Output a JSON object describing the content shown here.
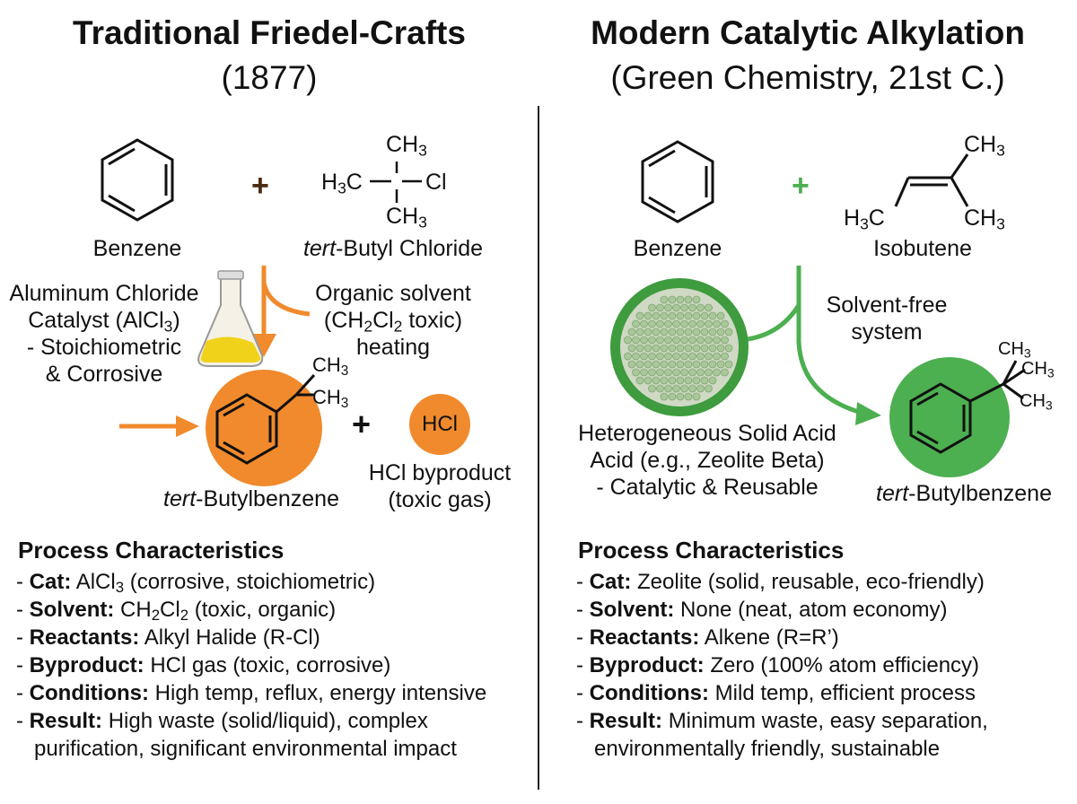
{
  "left": {
    "title": "Traditional Friedel-Crafts",
    "subtitle": "(1877)",
    "reactant1": "Benzene",
    "reactant2_prefix": "tert",
    "reactant2_suffix": "-Butyl Chloride",
    "plus": "+",
    "catalyst": [
      "Aluminum Chloride",
      "Catalyst (AlCl",
      ")",
      "- Stoichiometric",
      "& Corrosive"
    ],
    "solvent": [
      "Organic solvent",
      "(CH",
      "Cl",
      " toxic)",
      "heating"
    ],
    "product_prefix": "tert",
    "product_suffix": "-Butylbenzene",
    "byproduct_circle": "HCl",
    "byproduct": [
      "HCl byproduct",
      "(toxic gas)"
    ],
    "formula": {
      "top": "CH3",
      "left": "H3C",
      "right": "Cl",
      "bottom": "CH3"
    },
    "product_groups": {
      "top": "CH3",
      "bottom": "CH3"
    },
    "section_title": "Process Characteristics",
    "rows": [
      {
        "label": "Cat:",
        "text": "AlCl",
        "sub": "3",
        "rest": " (corrosive, stoichiometric)"
      },
      {
        "label": "Solvent:",
        "text": "CH",
        "sub": "2",
        "text2": "Cl",
        "sub2": "2",
        "rest": " (toxic, organic)"
      },
      {
        "label": "Reactants:",
        "text": "Alkyl Halide (R-Cl)"
      },
      {
        "label": "Byproduct:",
        "text": "HCl gas (toxic, corrosive)"
      },
      {
        "label": "Conditions:",
        "text": "High temp, reflux, energy intensive"
      },
      {
        "label": "Result:",
        "text": "High waste (solid/liquid), complex"
      }
    ],
    "result_cont": "purification, significant environmental impact"
  },
  "right": {
    "title": "Modern Catalytic Alkylation",
    "subtitle": "(Green Chemistry, 21st C.)",
    "reactant1": "Benzene",
    "reactant2": "Isobutene",
    "plus": "+",
    "formula": {
      "top": "CH3",
      "left": "H3C",
      "right": "CH3"
    },
    "solvent": [
      "Solvent-free",
      "system"
    ],
    "catalyst": [
      "Heterogeneous Solid Acid",
      "Acid (e.g., Zeolite Beta)",
      "- Catalytic & Reusable"
    ],
    "product_prefix": "tert",
    "product_suffix": "-Butylbenzene",
    "product_groups": {
      "top": "CH3",
      "mid": "CH3",
      "bottom": "CH3"
    },
    "section_title": "Process Characteristics",
    "rows": [
      {
        "label": "Cat:",
        "text": "Zeolite (solid, reusable, eco-friendly)"
      },
      {
        "label": "Solvent:",
        "text": "None (neat, atom economy)"
      },
      {
        "label": "Reactants:",
        "text": "Alkene (R=R’)"
      },
      {
        "label": "Byproduct:",
        "text": "Zero (100% atom efficiency)"
      },
      {
        "label": "Conditions:",
        "text": "Mild temp, efficient process"
      },
      {
        "label": "Result:",
        "text": "Minimum waste, easy separation,"
      }
    ],
    "result_cont": "environmentally friendly, sustainable"
  },
  "colors": {
    "orange": "#f08a2c",
    "green": "#4caf50",
    "dark_green": "#3a8a3a"
  }
}
